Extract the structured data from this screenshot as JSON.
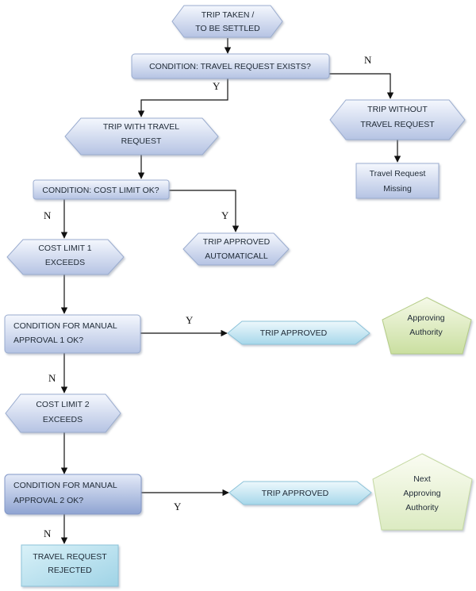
{
  "nodes": {
    "trip_taken": {
      "lines": [
        "TRIP TAKEN /",
        "TO BE SETTLED"
      ]
    },
    "cond_travel": {
      "lines": [
        "CONDITION: TRAVEL REQUEST EXISTS?"
      ]
    },
    "trip_with": {
      "lines": [
        "TRIP WITH TRAVEL",
        "REQUEST"
      ]
    },
    "trip_without": {
      "lines": [
        "TRIP WITHOUT",
        "TRAVEL REQUEST"
      ]
    },
    "tr_missing": {
      "lines": [
        "Travel Request",
        "Missing"
      ]
    },
    "cond_cost": {
      "lines": [
        "CONDITION: COST LIMIT OK?"
      ]
    },
    "trip_auto": {
      "lines": [
        "TRIP APPROVED",
        "AUTOMATICALL"
      ]
    },
    "cost1": {
      "lines": [
        "COST LIMIT 1",
        "EXCEEDS"
      ]
    },
    "cond_manual1": {
      "lines": [
        "CONDITION FOR MANUAL",
        "APPROVAL 1 OK?"
      ]
    },
    "approved1": {
      "lines": [
        "TRIP APPROVED"
      ]
    },
    "authority1": {
      "lines": [
        "Approving",
        "Authority"
      ]
    },
    "cost2": {
      "lines": [
        "COST LIMIT 2",
        "EXCEEDS"
      ]
    },
    "cond_manual2": {
      "lines": [
        "CONDITION FOR MANUAL",
        "APPROVAL 2 OK?"
      ]
    },
    "approved2": {
      "lines": [
        "TRIP APPROVED"
      ]
    },
    "authority2": {
      "lines": [
        "Next",
        "Approving",
        "Authority"
      ]
    },
    "rejected": {
      "lines": [
        "TRAVEL REQUEST",
        "REJECTED"
      ]
    }
  },
  "edge_labels": {
    "travel_yes": "Y",
    "travel_no": "N",
    "cost_no": "N",
    "cost_yes": "Y",
    "manual1_yes": "Y",
    "manual1_no": "N",
    "manual2_yes": "Y",
    "manual2_no": "N"
  },
  "colors": {
    "hex_light": "#eef2fb",
    "hex_dark": "#b9c6e4",
    "cyan_light": "#e4f4fa",
    "cyan_dark": "#a9d6e8",
    "penta_light": "#f3f8e4",
    "penta_dark": "#cde0a6",
    "stroke": "#9aaccf"
  }
}
